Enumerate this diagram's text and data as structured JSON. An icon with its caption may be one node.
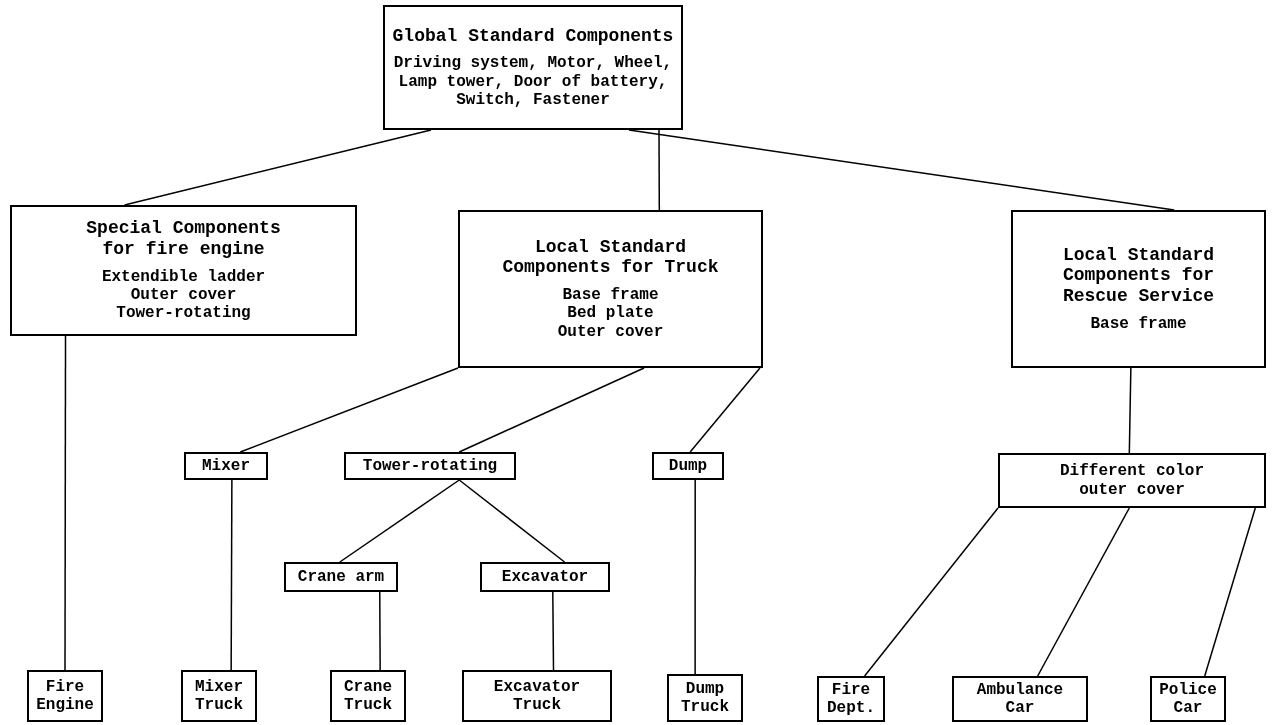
{
  "diagram": {
    "nodes": [
      {
        "text": [
          "Global Standard Components",
          "Driving system, Motor, Wheel, Lamp tower, Door of battery, Switch, Fastener"
        ]
      },
      {
        "text": [
          "Special Components for fire engine",
          "Extendible ladder",
          "Outer cover",
          "Tower-rotating"
        ]
      },
      {
        "text": [
          "Local Standard Components for Truck",
          "Base frame",
          "Bed plate",
          "Outer cover"
        ]
      },
      {
        "text": [
          "Local Standard Components for Rescue Service",
          "Base frame"
        ]
      },
      {
        "text": [
          "Mixer"
        ]
      },
      {
        "text": [
          "Tower-rotating"
        ]
      },
      {
        "text": [
          "Dump"
        ]
      },
      {
        "text": [
          "Different color outer cover"
        ]
      },
      {
        "text": [
          "Crane arm"
        ]
      },
      {
        "text": [
          "Excavator"
        ]
      },
      {
        "text": [
          "Fire Engine"
        ]
      },
      {
        "text": [
          "Mixer Truck"
        ]
      },
      {
        "text": [
          "Crane Truck"
        ]
      },
      {
        "text": [
          "Excavator Truck"
        ]
      },
      {
        "text": [
          "Dump Truck"
        ]
      },
      {
        "text": [
          "Fire Dept."
        ]
      },
      {
        "text": [
          "Ambulance Car"
        ]
      },
      {
        "text": [
          "Police Car"
        ]
      }
    ],
    "edges": [
      {
        "from": 0,
        "to": 1,
        "arrow": "none"
      },
      {
        "from": 0,
        "to": 2,
        "arrow": "none"
      },
      {
        "from": 0,
        "to": 3,
        "arrow": "none"
      },
      {
        "from": 2,
        "to": 4,
        "arrow": "none"
      },
      {
        "from": 2,
        "to": 5,
        "arrow": "none"
      },
      {
        "from": 2,
        "to": 6,
        "arrow": "none"
      },
      {
        "from": 3,
        "to": 7,
        "arrow": "none"
      },
      {
        "from": 5,
        "to": 8,
        "arrow": "none"
      },
      {
        "from": 5,
        "to": 9,
        "arrow": "none"
      },
      {
        "from": 1,
        "to": 10,
        "arrow": "none"
      },
      {
        "from": 4,
        "to": 11,
        "arrow": "none"
      },
      {
        "from": 8,
        "to": 12,
        "arrow": "none"
      },
      {
        "from": 9,
        "to": 13,
        "arrow": "none"
      },
      {
        "from": 6,
        "to": 14,
        "arrow": "none"
      },
      {
        "from": 7,
        "to": 15,
        "arrow": "none"
      },
      {
        "from": 7,
        "to": 16,
        "arrow": "none"
      },
      {
        "from": 7,
        "to": 17,
        "arrow": "none"
      }
    ]
  }
}
